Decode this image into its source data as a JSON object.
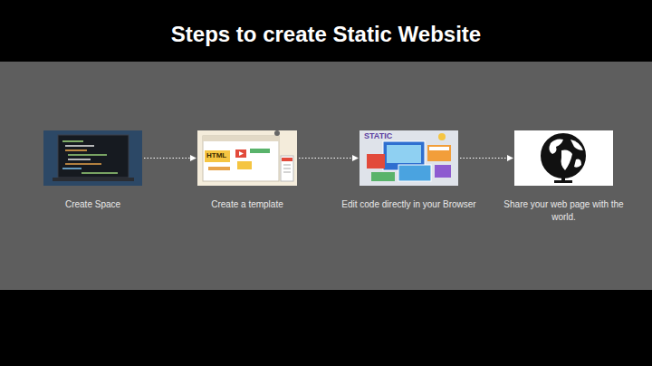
{
  "diagram": {
    "title": "Steps to create Static Website",
    "nodes": [
      {
        "text": [
          "Create Space"
        ]
      },
      {
        "text": [
          "Create a template"
        ]
      },
      {
        "text": [
          "Edit code directly in your Browser"
        ]
      },
      {
        "text": [
          "Share your web page with the world."
        ]
      }
    ],
    "edges": [
      {
        "from": 0,
        "to": 1,
        "arrow": "to"
      },
      {
        "from": 1,
        "to": 2,
        "arrow": "to"
      },
      {
        "from": 2,
        "to": 3,
        "arrow": "to"
      }
    ],
    "labels": [
      "HTML",
      "STATIC"
    ]
  }
}
